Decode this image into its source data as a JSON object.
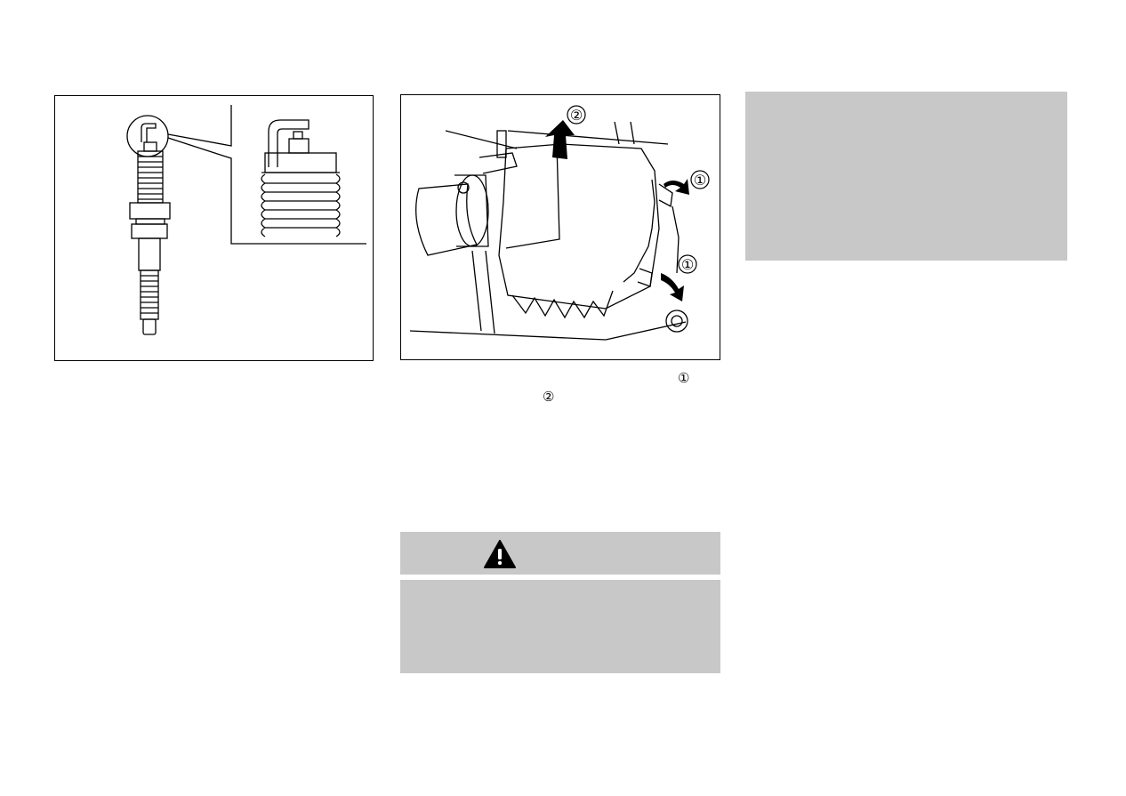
{
  "figures": {
    "spark_plug": {
      "icon": "spark-plug-illustration"
    },
    "air_cleaner": {
      "icon": "air-cleaner-illustration",
      "labels": {
        "clip": "①",
        "lift": "②"
      }
    }
  },
  "body_text": {
    "callout_1": "①",
    "callout_2": "②"
  },
  "warning": {
    "icon": "warning-triangle-icon",
    "color": "#c8c8c8"
  },
  "note": {
    "color": "#c8c8c8"
  }
}
